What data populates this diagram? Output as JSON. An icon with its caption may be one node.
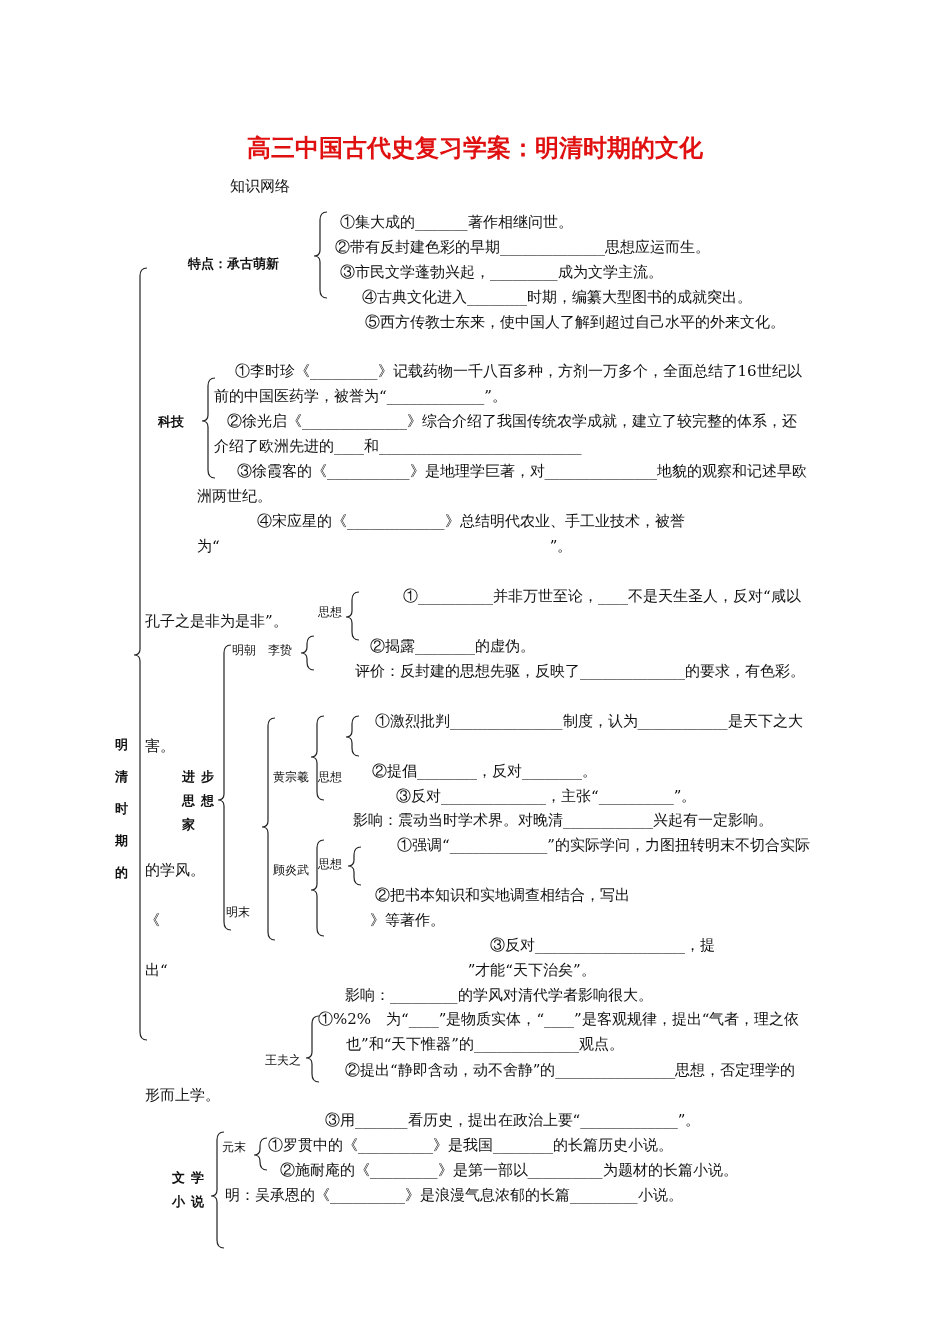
{
  "diagram": {
    "title": "高三中国古代史复习学案：明清时期的文化",
    "labels": [
      "知识网络",
      "特点：承古萌新",
      "①集大成的_______著作相继问世。",
      "②带有反封建色彩的早期______________思想应运而生。",
      "③市民文学蓬勃兴起，_________成为文学主流。",
      "④古典文化进入________时期，编纂大型图书的成就突出。",
      "⑤西方传教士东来，使中国人了解到超过自己水平的外来文化。",
      "科技",
      "①李时珍《_________》记载药物一千八百多种，方剂一万多个，全面总结了16世纪以前的中国医药学，被誉为“_____________”。",
      "②徐光启《______________》综合介绍了我国传统农学成就，建立了较完整的体系，还介绍了欧洲先进的____和___________________________",
      "③徐霞客的《___________》是地理学巨著，对_______________地貌的观察和记述早欧洲两世纪。",
      "④宋应星的《_____________》总结明代农业、手工业技术，被誉为“　　　　　　　　　　　　　　　　　　　　　　”。",
      "思想",
      "①__________并非万世至论，____不是天生圣人，反对“咸以孔子之是非为是非”。",
      "明朝　李贽",
      "②揭露________的虚伪。",
      "评价：反封建的思想先驱，反映了______________的要求，有色彩。",
      "①激烈批判_______________制度，认为____________是天下之大害。",
      "明清时期的",
      "进步思想家",
      "黄宗羲",
      "思想",
      "②提倡________，反对________。",
      "③反对______________，主张“__________”。",
      "影响：震动当时学术界。对晚清____________兴起有一定影响。",
      "①强调“_____________”的实际学问，力图扭转明末不切合实际的学风。",
      "顾炎武",
      "思想",
      "②把书本知识和实地调查相结合，写出《　　　　　　　　　　　　　　》等著作。",
      "明末",
      "③反对____________________，提出“　　　　　　　　　　　　　　　　　　　　”才能“天下治矣”。",
      "影响：_________的学风对清代学者影响很大。",
      "①%2%　为“____”是物质实体，“____”是客观规律，提出“气者，理之依也”和“天下惟器”的______________观点。",
      "王夫之",
      "②提出“静即含动，动不舍静”的________________思想，否定理学的形而上学。",
      "③用_______看历史，提出在政治上要“_____________”。",
      "元末",
      "①罗贯中的《__________》是我国________的长篇历史小说。",
      "文学小说",
      "②施耐庵的《_________》是第一部以__________为题材的长篇小说。",
      "明：吴承恩的《__________》是浪漫气息浓郁的长篇_________小说。"
    ]
  }
}
